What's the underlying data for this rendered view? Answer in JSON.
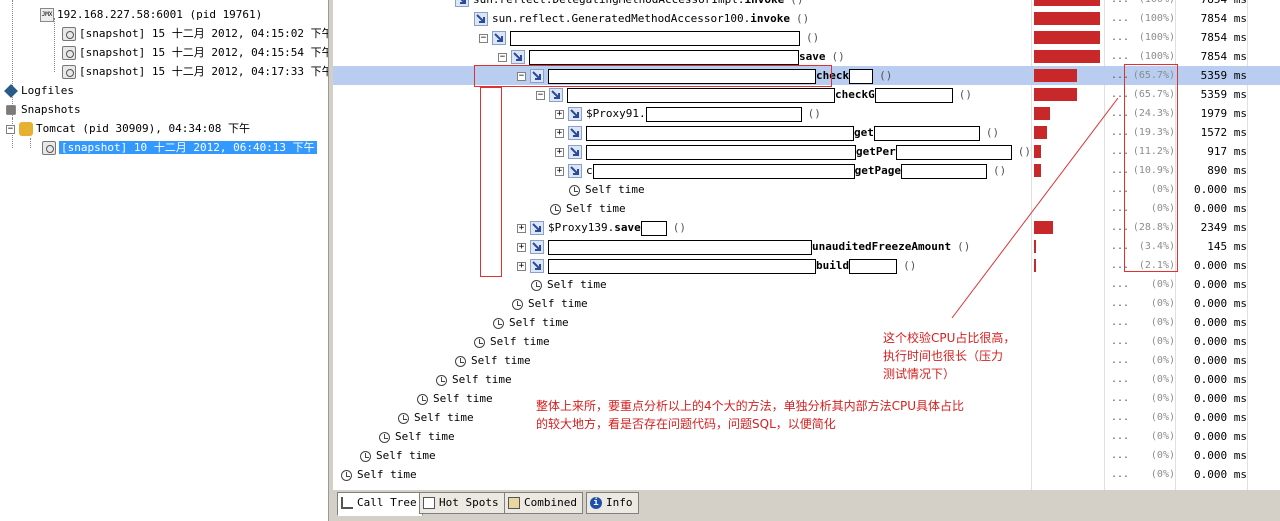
{
  "left_tree": {
    "items": [
      {
        "label": "192.168.227.58:6001 (pid 19761)",
        "icon": "jmx-icon"
      },
      {
        "label": "[snapshot] 15 十二月 2012, 04:15:02 下午",
        "icon": "snapshot-icon"
      },
      {
        "label": "[snapshot] 15 十二月 2012, 04:15:54 下午",
        "icon": "snapshot-icon"
      },
      {
        "label": "[snapshot] 15 十二月 2012, 04:17:33 下午",
        "icon": "snapshot-icon"
      },
      {
        "label": "Logfiles",
        "icon": "logfiles-icon"
      },
      {
        "label": "Snapshots",
        "icon": "snapshots-icon"
      },
      {
        "label": "Tomcat (pid 30909), 04:34:08 下午",
        "icon": "tomcat-icon"
      },
      {
        "label": "[snapshot] 10 十二月 2012, 06:40:13 下午",
        "icon": "snapshot-icon"
      }
    ],
    "jmx_badge": "JMX"
  },
  "call_tree": {
    "rows": [
      {
        "indent": 1,
        "expander": "",
        "icon": "arrow",
        "text": "sun.reflect.DelegatingMethodAccessorImpl.",
        "bold": "invoke",
        "pct": "(100%)",
        "ms": "7854 ms",
        "bar": 1.0,
        "redact": 0
      },
      {
        "indent": 2,
        "expander": "",
        "icon": "arrow",
        "text": "sun.reflect.GeneratedMethodAccessor100.",
        "bold": "invoke",
        "pct": "(100%)",
        "ms": "7854 ms",
        "bar": 1.0,
        "redact": 0
      },
      {
        "indent": 3,
        "expander": "-",
        "icon": "arrow",
        "text": "",
        "bold": "",
        "pct": "(100%)",
        "ms": "7854 ms",
        "bar": 1.0,
        "redact": 290
      },
      {
        "indent": 4,
        "expander": "-",
        "icon": "arrow",
        "text": "",
        "bold": "save",
        "pct": "(100%)",
        "ms": "7854 ms",
        "bar": 1.0,
        "redact": 270
      },
      {
        "indent": 5,
        "expander": "-",
        "icon": "arrow",
        "text": "",
        "bold": "check",
        "pct": "(65.7%)",
        "ms": "5359 ms",
        "bar": 0.657,
        "redact": 268,
        "redact2": 24,
        "highlight": true
      },
      {
        "indent": 6,
        "expander": "-",
        "icon": "arrow",
        "text": "",
        "bold": "checkG",
        "pct": "(65.7%)",
        "ms": "5359 ms",
        "bar": 0.657,
        "redact": 268,
        "redact2": 78
      },
      {
        "indent": 7,
        "expander": "+",
        "icon": "arrow",
        "text": "$Proxy91.",
        "bold": "",
        "pct": "(24.3%)",
        "ms": "1979 ms",
        "bar": 0.243,
        "redact": 156
      },
      {
        "indent": 7,
        "expander": "+",
        "icon": "arrow",
        "text": "",
        "bold": "get",
        "pct": "(19.3%)",
        "ms": "1572 ms",
        "bar": 0.193,
        "redact": 268,
        "redact2": 106
      },
      {
        "indent": 7,
        "expander": "+",
        "icon": "arrow",
        "text": "",
        "bold": "getPer",
        "pct": "(11.2%)",
        "ms": "917 ms",
        "bar": 0.112,
        "redact": 270,
        "redact2": 116
      },
      {
        "indent": 7,
        "expander": "+",
        "icon": "arrow",
        "text": "c",
        "bold": "getPage",
        "pct": "(10.9%)",
        "ms": "890 ms",
        "bar": 0.109,
        "redact": 262,
        "redact2": 86
      },
      {
        "indent": 7,
        "expander": "",
        "icon": "clock",
        "text": "Self time",
        "bold": "",
        "pct": "(0%)",
        "ms": "0.000 ms",
        "bar": 0,
        "redact": 0
      },
      {
        "indent": 6,
        "expander": "",
        "icon": "clock",
        "text": "Self time",
        "bold": "",
        "pct": "(0%)",
        "ms": "0.000 ms",
        "bar": 0,
        "redact": 0
      },
      {
        "indent": 5,
        "expander": "+",
        "icon": "arrow",
        "text": "$Proxy139.",
        "bold": "save",
        "pct": "(28.8%)",
        "ms": "2349 ms",
        "bar": 0.288,
        "redact": 0,
        "redact2": 26
      },
      {
        "indent": 5,
        "expander": "+",
        "icon": "arrow",
        "text": "",
        "bold": "unauditedFreezeAmount",
        "pct": "(3.4%)",
        "ms": "145 ms",
        "bar": 0.034,
        "redact": 264
      },
      {
        "indent": 5,
        "expander": "+",
        "icon": "arrow",
        "text": "",
        "bold": "build",
        "pct": "(2.1%)",
        "ms": "0.000 ms",
        "bar": 0.021,
        "redact": 268,
        "redact2": 48
      },
      {
        "indent": 5,
        "expander": "",
        "icon": "clock",
        "text": "Self time",
        "bold": "",
        "pct": "(0%)",
        "ms": "0.000 ms",
        "bar": 0,
        "redact": 0
      },
      {
        "indent": 4,
        "expander": "",
        "icon": "clock",
        "text": "Self time",
        "bold": "",
        "pct": "(0%)",
        "ms": "0.000 ms",
        "bar": 0,
        "redact": 0
      },
      {
        "indent": 3,
        "expander": "",
        "icon": "clock",
        "text": "Self time",
        "bold": "",
        "pct": "(0%)",
        "ms": "0.000 ms",
        "bar": 0,
        "redact": 0
      },
      {
        "indent": 2,
        "expander": "",
        "icon": "clock",
        "text": "Self time",
        "bold": "",
        "pct": "(0%)",
        "ms": "0.000 ms",
        "bar": 0,
        "redact": 0
      },
      {
        "indent": 1,
        "expander": "",
        "icon": "clock",
        "text": "Self time",
        "bold": "",
        "pct": "(0%)",
        "ms": "0.000 ms",
        "bar": 0,
        "redact": 0
      },
      {
        "indent": 0,
        "expander": "",
        "icon": "clock",
        "text": "Self time",
        "bold": "",
        "pct": "(0%)",
        "ms": "0.000 ms",
        "bar": 0,
        "redact": 0
      },
      {
        "indent": -1,
        "expander": "",
        "icon": "clock",
        "text": "Self time",
        "bold": "",
        "pct": "(0%)",
        "ms": "0.000 ms",
        "bar": 0,
        "redact": 0
      },
      {
        "indent": -2,
        "expander": "",
        "icon": "clock",
        "text": "Self time",
        "bold": "",
        "pct": "(0%)",
        "ms": "0.000 ms",
        "bar": 0,
        "redact": 0
      },
      {
        "indent": -3,
        "expander": "",
        "icon": "clock",
        "text": "Self time",
        "bold": "",
        "pct": "(0%)",
        "ms": "0.000 ms",
        "bar": 0,
        "redact": 0
      },
      {
        "indent": -4,
        "expander": "",
        "icon": "clock",
        "text": "Self time",
        "bold": "",
        "pct": "(0%)",
        "ms": "0.000 ms",
        "bar": 0,
        "redact": 0
      },
      {
        "indent": -5,
        "expander": "",
        "icon": "clock",
        "text": "Self time",
        "bold": "",
        "pct": "(0%)",
        "ms": "0.000 ms",
        "bar": 0,
        "redact": 0
      }
    ],
    "parens": "()",
    "dots": "..."
  },
  "tabs": [
    {
      "label": "Call Tree",
      "icon": "call-tree-icon",
      "active": true
    },
    {
      "label": "Hot Spots",
      "icon": "hot-spots-icon",
      "active": false
    },
    {
      "label": "Combined",
      "icon": "combined-icon",
      "active": false
    },
    {
      "label": "Info",
      "icon": "info-icon",
      "active": false
    }
  ],
  "annotations": {
    "note1": [
      "这个校验CPU占比很高，",
      "执行时间也很长（压力",
      "测试情况下）"
    ],
    "note2": [
      "整体上来所，要重点分析以上的4个大的方法，单独分析其内部方法CPU具体占比",
      "的较大地方，看是否存在问题代码，问题SQL，以便简化"
    ]
  },
  "colors": {
    "bar": "#c8282a",
    "highlight_row": "#b8cdf0",
    "selection": "#3399ff",
    "annotation": "#d42020"
  }
}
